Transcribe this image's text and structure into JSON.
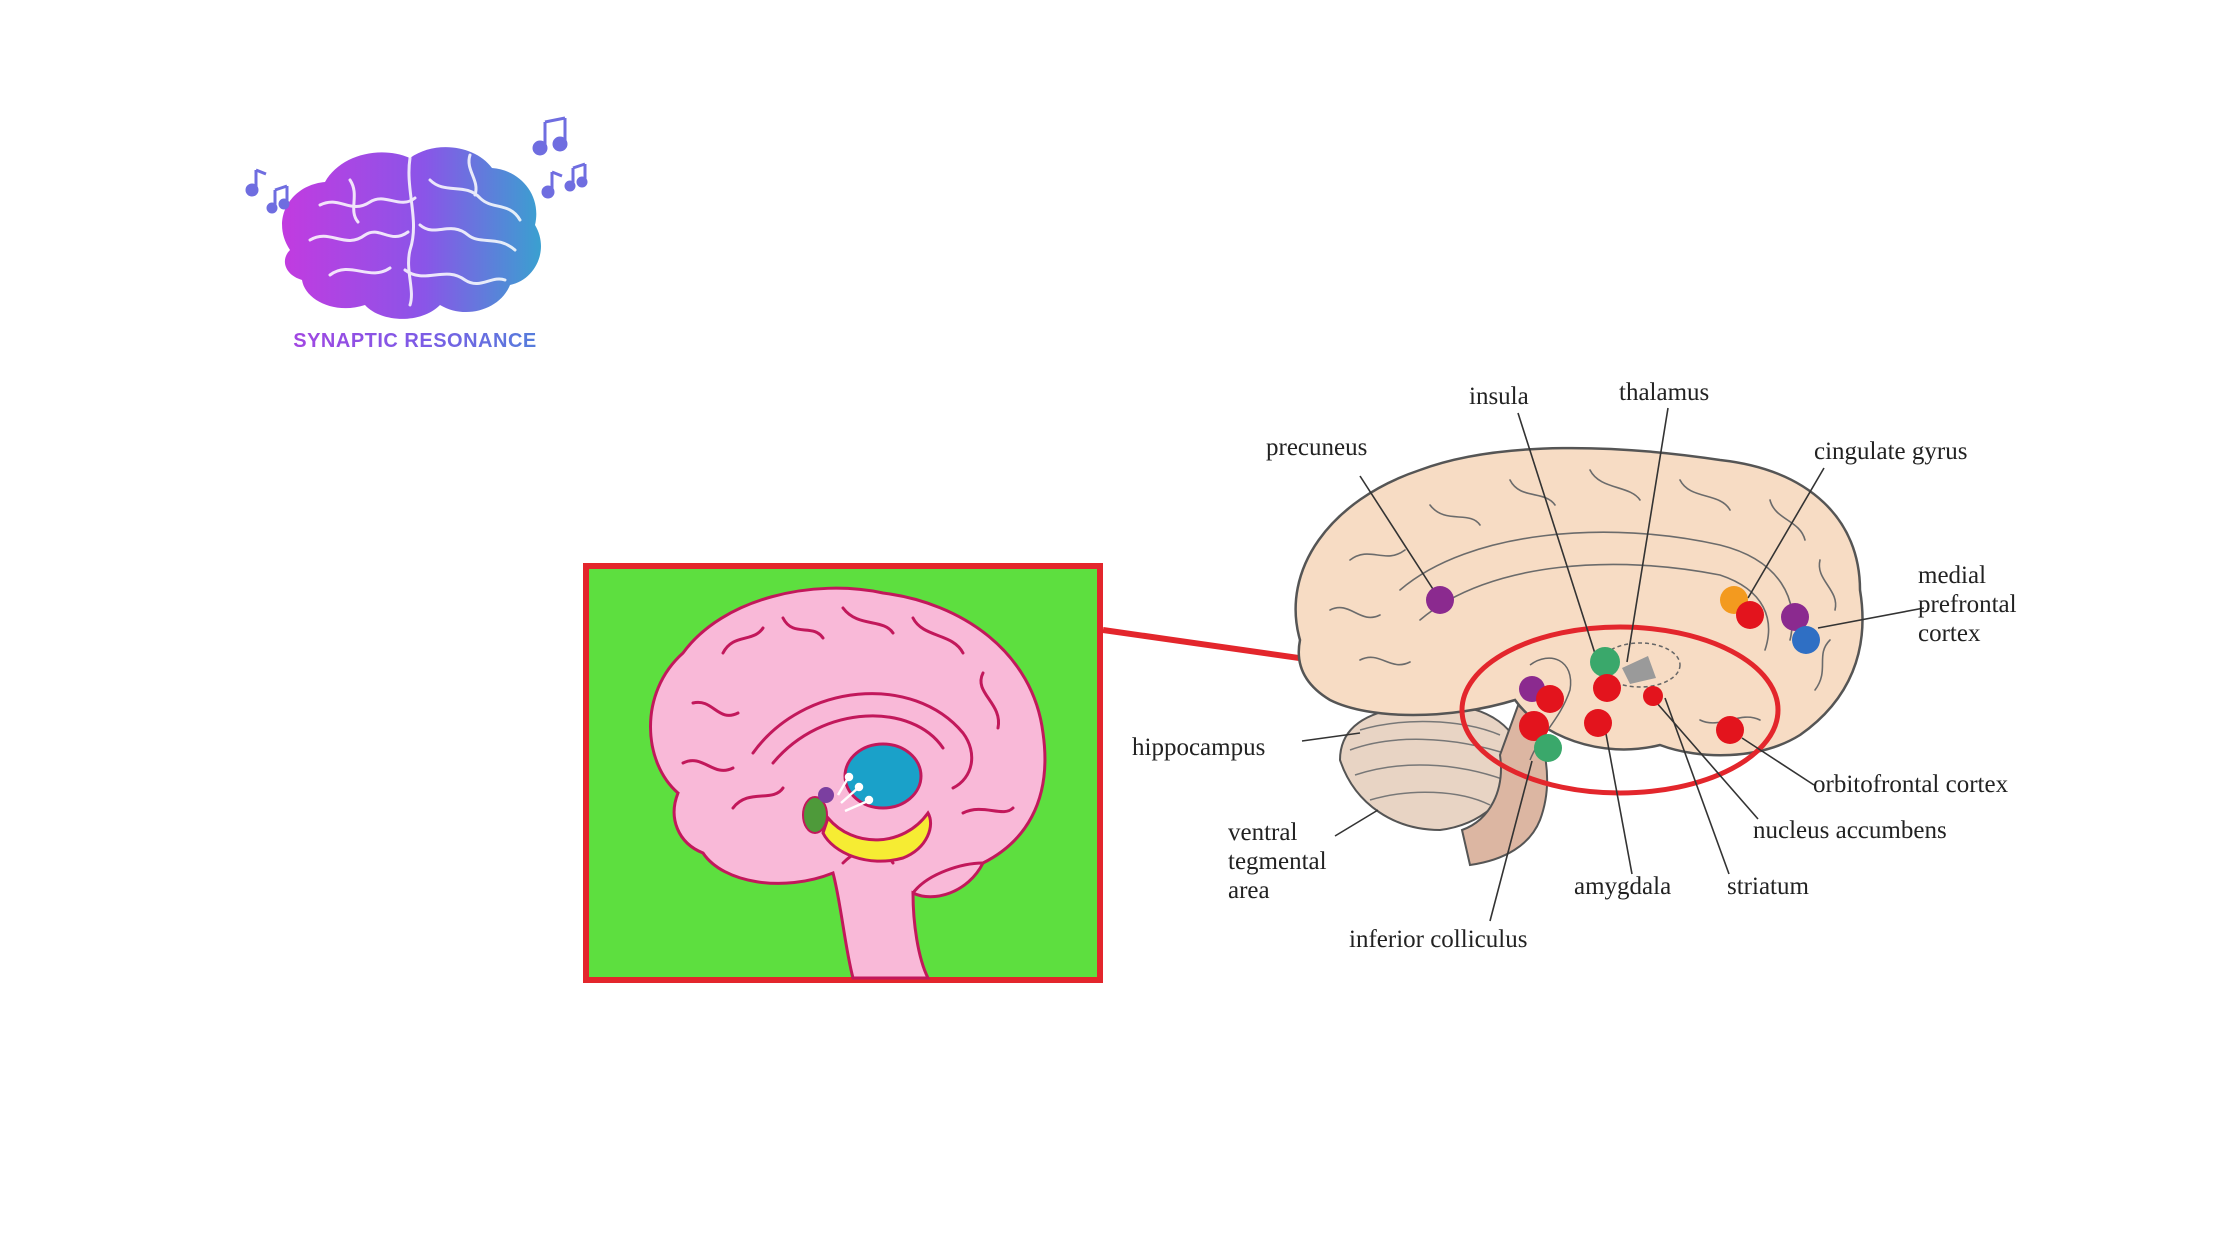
{
  "brand": {
    "name": "SYNAPTIC RESONANCE"
  },
  "labels": {
    "insula": "insula",
    "thalamus": "thalamus",
    "precuneus": "precuneus",
    "cingulate": "cingulate gyrus",
    "mpfc": "medial\nprefrontal\ncortex",
    "hippocampus": "hippocampus",
    "vta": "ventral\ntegmental\narea",
    "ofc": "orbitofrontal cortex",
    "nacc": "nucleus accumbens",
    "amygdala": "amygdala",
    "striatum": "striatum",
    "ic": "inferior colliculus"
  },
  "colors": {
    "region_red": "#e3141d",
    "region_purple": "#8b2a8f",
    "region_green": "#3aa86b",
    "region_orange": "#f39a1f",
    "region_blue": "#2f6fc4",
    "region_gray": "#9a9a9a",
    "inset_bg": "#5ddf3f",
    "inset_border": "#e3262c",
    "inset_brain": "#f9b9d8",
    "brain_fill": "#f7dcc4"
  }
}
